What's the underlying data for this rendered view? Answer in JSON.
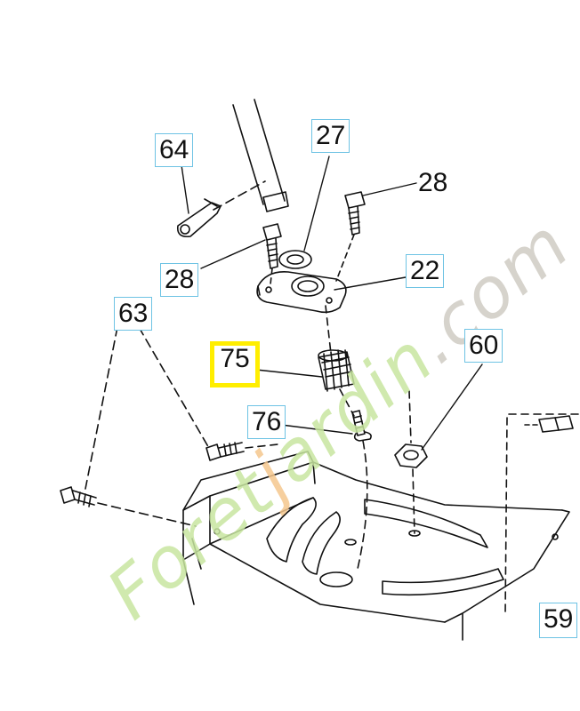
{
  "callouts": {
    "c64": "64",
    "c27": "27",
    "c28a": "28",
    "c28b": "28",
    "c22": "22",
    "c63": "63",
    "c75": "75",
    "c76": "76",
    "c60": "60",
    "c59": "59"
  },
  "highlight_color": "#ffee00",
  "callout_border_color": "#6ec3e4",
  "watermark": {
    "text": "Foretjardin.com",
    "color_green": "#c8e6a0",
    "color_orange": "#f5c78e",
    "color_gray": "#d0ccc4"
  }
}
